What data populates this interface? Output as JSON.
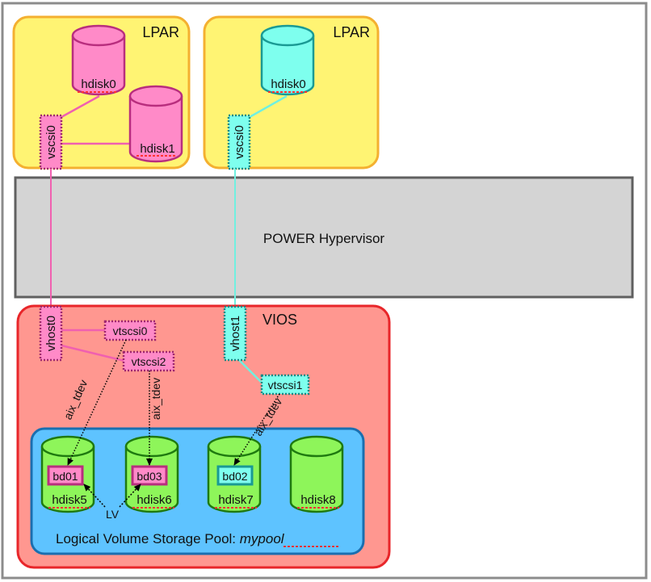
{
  "colors": {
    "lpar_fill": "#fff473",
    "lpar_stroke": "#f4b030",
    "hypervisor_fill": "#d4d4d4",
    "hypervisor_stroke": "#606060",
    "vios_fill": "#ff9790",
    "vios_stroke": "#e8262a",
    "pool_fill": "#5ec3ff",
    "pool_stroke": "#1a6fb0",
    "pink_fill": "#ff8ac8",
    "pink_stroke": "#b82e7e",
    "pink_link": "#f060b0",
    "cyan_fill": "#7effee",
    "cyan_stroke": "#1a9a94",
    "cyan_link": "#70f0e0",
    "green_fill": "#8ef55a",
    "green_stroke": "#1f7a10",
    "spell_underline": "#ff3333"
  },
  "lpar1": {
    "label": "LPAR",
    "disks": [
      "hdisk0",
      "hdisk1"
    ],
    "adapter": "vscsi0"
  },
  "lpar2": {
    "label": "LPAR",
    "disks": [
      "hdisk0"
    ],
    "adapter": "vscsi0"
  },
  "hypervisor": {
    "label": "POWER Hypervisor"
  },
  "vios": {
    "label": "VIOS",
    "vhosts": [
      "vhost0",
      "vhost1"
    ],
    "vtscsi": [
      "vtscsi0",
      "vtscsi2",
      "vtscsi1"
    ],
    "link_label": "aix_tdev",
    "lv_label": "LV"
  },
  "pool": {
    "label_prefix": "Logical Volume Storage Pool: ",
    "pool_name": "mypool",
    "disks": [
      {
        "name": "hdisk5",
        "bd": "bd01"
      },
      {
        "name": "hdisk6",
        "bd": "bd03"
      },
      {
        "name": "hdisk7",
        "bd": "bd02"
      },
      {
        "name": "hdisk8",
        "bd": ""
      }
    ]
  }
}
